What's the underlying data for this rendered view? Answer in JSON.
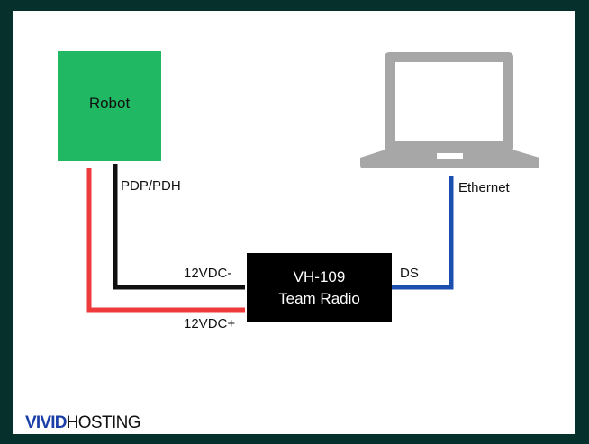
{
  "nodes": {
    "robot": {
      "label": "Robot",
      "color": "#21b863"
    },
    "radio": {
      "line1": "VH-109",
      "line2": "Team Radio"
    }
  },
  "labels": {
    "pdp": "PDP/PDH",
    "ethernet": "Ethernet",
    "vdc_minus": "12VDC-",
    "vdc_plus": "12VDC+",
    "ds": "DS"
  },
  "wire_colors": {
    "positive": "#ee3a3a",
    "negative": "#111111",
    "ethernet": "#1a4fb0"
  },
  "laptop": {
    "icon": "laptop-icon",
    "color": "#a7a7a7"
  },
  "logo": {
    "part1": "VIVID",
    "part2": "HOSTING"
  }
}
